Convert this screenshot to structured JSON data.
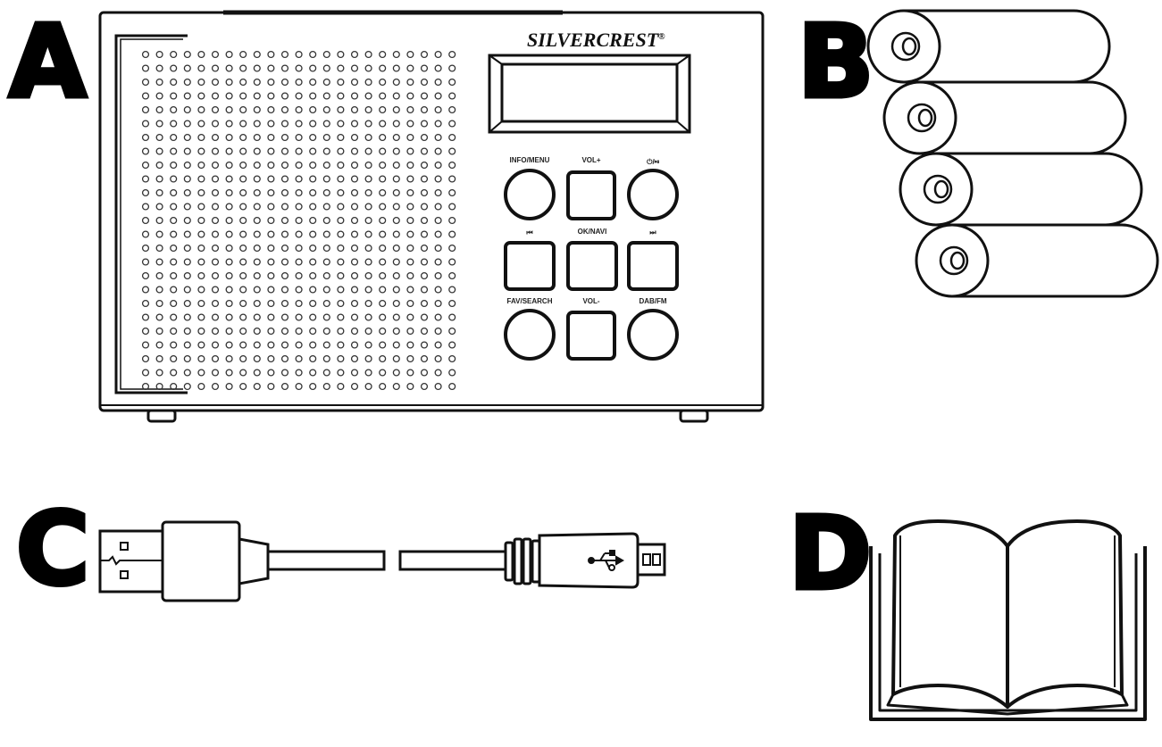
{
  "items": [
    {
      "letter": "A",
      "name": "Radio"
    },
    {
      "letter": "B",
      "name": "Batteries"
    },
    {
      "letter": "C",
      "name": "USB cable"
    },
    {
      "letter": "D",
      "name": "Instructions"
    }
  ],
  "radio": {
    "brand": "SILVERCREST",
    "brand_mark": "®",
    "button_labels": {
      "info_menu": "INFO/MENU",
      "vol_up": "VOL+",
      "power": "⏻/⏯",
      "prev": "⏮",
      "ok_nav": "OK/NAVI",
      "next": "⏭",
      "fav_search": "FAV/SEARCH",
      "vol_down": "VOL-",
      "dab_fm": "DAB/FM"
    }
  },
  "cable": {
    "symbol": "usb-icon"
  },
  "colors": {
    "line": "#111111",
    "background": "#ffffff"
  }
}
